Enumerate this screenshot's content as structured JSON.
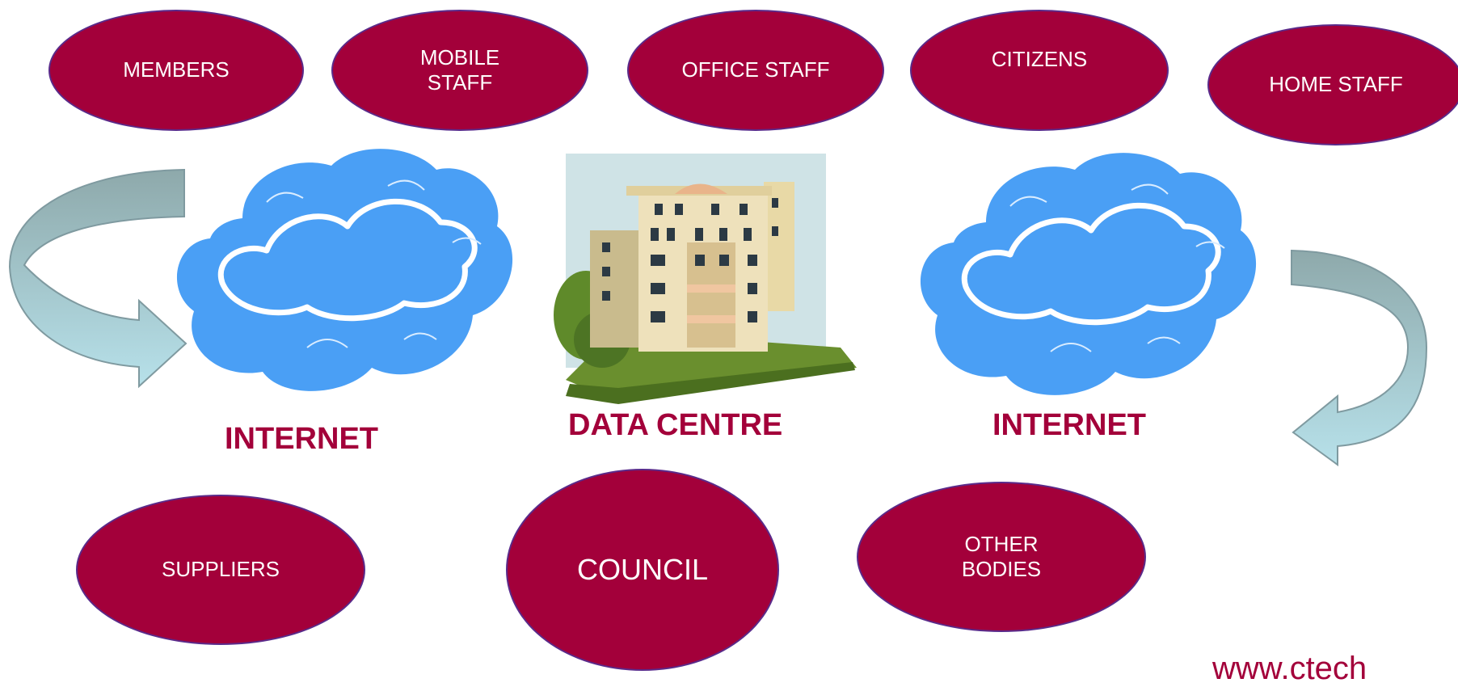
{
  "nodes": {
    "members": "MEMBERS",
    "mobile_staff": "MOBILE\nSTAFF",
    "office_staff": "OFFICE STAFF",
    "citizens": "CITIZENS",
    "home_staff": "HOME STAFF",
    "suppliers": "SUPPLIERS",
    "council": "COUNCIL",
    "other_bodies": "OTHER\nBODIES"
  },
  "labels": {
    "internet_left": "INTERNET",
    "data_centre": "DATA CENTRE",
    "internet_right": "INTERNET"
  },
  "footer_url": "www.ctech",
  "colors": {
    "node_fill": "#a3003a",
    "node_border": "#5a2a8a",
    "label_text": "#a3003a",
    "cloud_fill": "#4a9ff5",
    "arrow_fill": "#a9d3db"
  },
  "icons": {
    "cloud_left": "cloud-icon",
    "building": "building-icon",
    "cloud_right": "cloud-icon",
    "arrow_left": "curved-arrow-icon",
    "arrow_right": "curved-arrow-icon"
  }
}
